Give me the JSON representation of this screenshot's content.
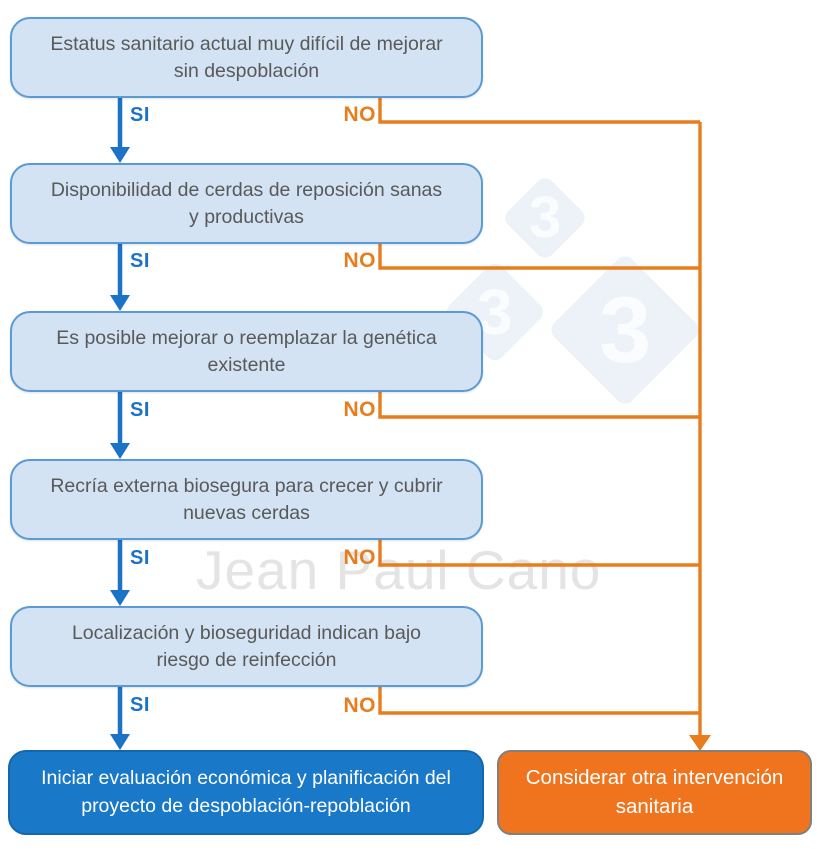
{
  "diagram": {
    "labels": {
      "yes": "SI",
      "no": "NO"
    },
    "decision_boxes": [
      {
        "label": "Estatus sanitario actual muy difícil de mejorar sin despoblación"
      },
      {
        "label": "Disponibilidad de cerdas de reposición sanas y productivas"
      },
      {
        "label": "Es posible mejorar o reemplazar la genética existente"
      },
      {
        "label": "Recría externa biosegura para crecer y cubrir nuevas cerdas"
      },
      {
        "label": "Localización y bioseguridad indican bajo riesgo de reinfección"
      }
    ],
    "outcomes": {
      "yes": {
        "label": "Iniciar evaluación económica y planificación del proyecto de despoblación-repoblación"
      },
      "no": {
        "label": "Considerar otra intervención sanitaria"
      }
    },
    "watermark": {
      "author": "Jean Paul Cano",
      "logo_digit": "3"
    },
    "colors": {
      "flow_blue": "#1c73c5",
      "flow_orange": "#e87d1e",
      "decision_fill": "#d3e3f4",
      "decision_border": "#5b9bd5",
      "decision_text": "#595959",
      "outcome_yes_fill": "#1a78c8",
      "outcome_no_fill": "#f0741e",
      "outcome_no_border": "#808080",
      "outcome_text": "#ffffff",
      "watermark_gray": "#e4e4e4",
      "logo_diamond_fill": "#edf2f9"
    }
  }
}
